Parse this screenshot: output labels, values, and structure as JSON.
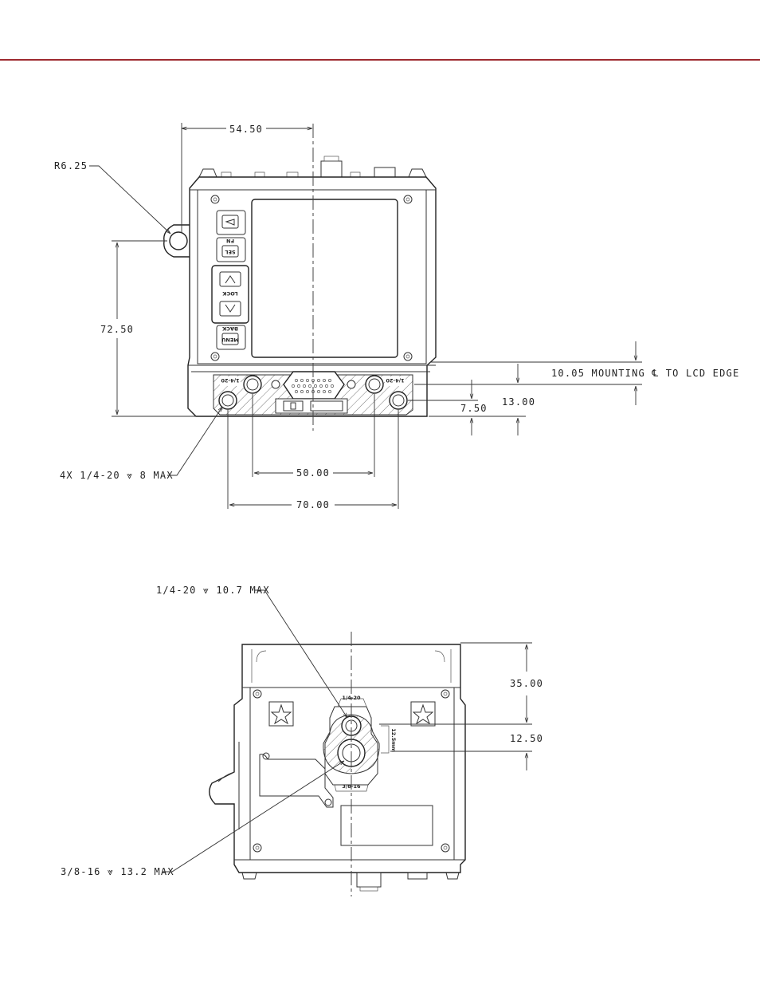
{
  "colors": {
    "rule": "#9e2a2f",
    "line": "#333333",
    "hatch": "#555555"
  },
  "top_view": {
    "dimensions": {
      "r_625": "R6.25",
      "d_5450": "54.50",
      "d_7250": "72.50",
      "d_1005": "10.05 MOUNTING ℄ TO LCD EDGE",
      "d_1300": "13.00",
      "d_750": "7.50",
      "d_5000": "50.00",
      "d_7000": "70.00",
      "callout_holes": "4X 1/4-20 ⩔ 8 MAX"
    },
    "buttons": {
      "fn": "FN",
      "sel": "SEL",
      "lock": "LOCK",
      "back": "BACK",
      "menu": "MENU"
    },
    "hole_labels": {
      "left": "1/4-20",
      "right": "1/4-20"
    }
  },
  "bottom_view": {
    "dimensions": {
      "callout_top": "1/4-20 ⩔ 10.7 MAX",
      "callout_bottom": "3/8-16 ⩔ 13.2 MAX",
      "d_3500": "35.00",
      "d_1250": "12.50",
      "d_125mm": "12.5mm"
    },
    "hole_labels": {
      "top": "1/4-20",
      "bottom": "3/8-16"
    }
  }
}
